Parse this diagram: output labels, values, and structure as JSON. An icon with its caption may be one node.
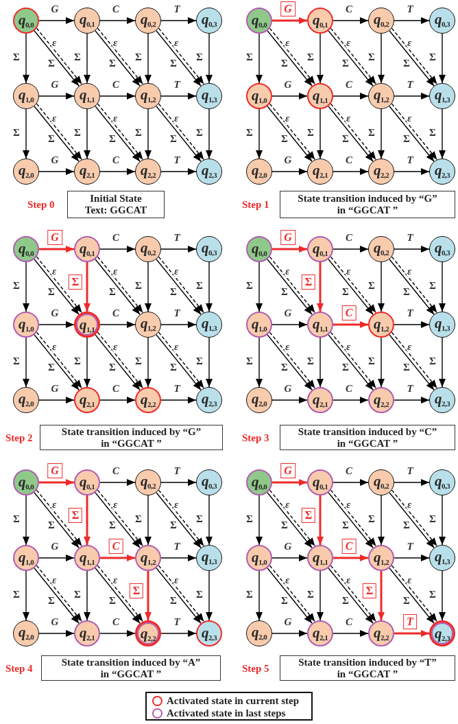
{
  "diagram": {
    "nodes": [
      {
        "text": [
          "*q*$_{0,0}$"
        ]
      },
      {
        "text": [
          "*q*$_{0,1}$"
        ]
      },
      {
        "text": [
          "*q*$_{0,2}$"
        ]
      },
      {
        "text": [
          "*q*$_{0,3}$"
        ]
      },
      {
        "text": [
          "*q*$_{1,0}$"
        ]
      },
      {
        "text": [
          "*q*$_{1,1}$"
        ]
      },
      {
        "text": [
          "*q*$_{1,2}$"
        ]
      },
      {
        "text": [
          "*q*$_{1,3}$"
        ]
      },
      {
        "text": [
          "*q*$_{2,0}$"
        ]
      },
      {
        "text": [
          "*q*$_{2,1}$"
        ]
      },
      {
        "text": [
          "*q*$_{2,2}$"
        ]
      },
      {
        "text": [
          "*q*$_{2,3}$"
        ]
      },
      {
        "text": [
          "Initial State",
          "Text: GGCAT"
        ],
        "beside": [
          "Step 0"
        ]
      },
      {
        "text": [
          "*q*$_{0,0}$"
        ]
      },
      {
        "text": [
          "*q*$_{0,1}$"
        ]
      },
      {
        "text": [
          "*q*$_{0,2}$"
        ]
      },
      {
        "text": [
          "*q*$_{0,3}$"
        ]
      },
      {
        "text": [
          "*q*$_{1,0}$"
        ]
      },
      {
        "text": [
          "*q*$_{1,1}$"
        ]
      },
      {
        "text": [
          "*q*$_{1,2}$"
        ]
      },
      {
        "text": [
          "*q*$_{1,3}$"
        ]
      },
      {
        "text": [
          "*q*$_{2,0}$"
        ]
      },
      {
        "text": [
          "*q*$_{2,1}$"
        ]
      },
      {
        "text": [
          "*q*$_{2,2}$"
        ]
      },
      {
        "text": [
          "*q*$_{2,3}$"
        ]
      },
      {
        "text": [
          "State transition induced by “G” in “GGCAT ”"
        ],
        "beside": [
          "Step 1"
        ]
      },
      {
        "text": [
          "*q*$_{0,0}$"
        ]
      },
      {
        "text": [
          "*q*$_{0,1}$"
        ]
      },
      {
        "text": [
          "*q*$_{0,2}$"
        ]
      },
      {
        "text": [
          "*q*$_{0,3}$"
        ]
      },
      {
        "text": [
          "*q*$_{1,0}$"
        ]
      },
      {
        "text": [
          "*q*$_{1,1}$"
        ]
      },
      {
        "text": [
          "*q*$_{1,2}$"
        ]
      },
      {
        "text": [
          "*q*$_{1,3}$"
        ]
      },
      {
        "text": [
          "*q*$_{2,0}$"
        ]
      },
      {
        "text": [
          "*q*$_{2,1}$"
        ]
      },
      {
        "text": [
          "*q*$_{2,2}$"
        ]
      },
      {
        "text": [
          "*q*$_{2,3}$"
        ]
      },
      {
        "text": [
          "State transition induced by “G” in “GGCAT ”"
        ],
        "beside": [
          "Step 2"
        ]
      },
      {
        "text": [
          "*q*$_{0,0}$"
        ]
      },
      {
        "text": [
          "*q*$_{0,1}$"
        ]
      },
      {
        "text": [
          "*q*$_{0,2}$"
        ]
      },
      {
        "text": [
          "*q*$_{0,3}$"
        ]
      },
      {
        "text": [
          "*q*$_{1,0}$"
        ]
      },
      {
        "text": [
          "*q*$_{1,1}$"
        ]
      },
      {
        "text": [
          "*q*$_{1,2}$"
        ]
      },
      {
        "text": [
          "*q*$_{1,3}$"
        ]
      },
      {
        "text": [
          "*q*$_{2,0}$"
        ]
      },
      {
        "text": [
          "*q*$_{2,1}$"
        ]
      },
      {
        "text": [
          "*q*$_{2,2}$"
        ]
      },
      {
        "text": [
          "*q*$_{2,3}$"
        ]
      },
      {
        "text": [
          "State transition induced by “C” in “GGCAT ”"
        ],
        "beside": [
          "Step 3"
        ]
      },
      {
        "text": [
          "*q*$_{0,0}$"
        ]
      },
      {
        "text": [
          "*q*$_{0,1}$"
        ]
      },
      {
        "text": [
          "*q*$_{0,2}$"
        ]
      },
      {
        "text": [
          "*q*$_{0,3}$"
        ]
      },
      {
        "text": [
          "*q*$_{1,0}$"
        ]
      },
      {
        "text": [
          "*q*$_{1,1}$"
        ]
      },
      {
        "text": [
          "*q*$_{1,2}$"
        ]
      },
      {
        "text": [
          "*q*$_{1,3}$"
        ]
      },
      {
        "text": [
          "*q*$_{2,0}$"
        ]
      },
      {
        "text": [
          "*q*$_{2,1}$"
        ]
      },
      {
        "text": [
          "*q*$_{2,2}$"
        ]
      },
      {
        "text": [
          "*q*$_{2,3}$"
        ]
      },
      {
        "text": [
          "State transition induced by “A” in “GGCAT ”"
        ],
        "beside": [
          "Step 4"
        ]
      },
      {
        "text": [
          "*q*$_{0,0}$"
        ]
      },
      {
        "text": [
          "*q*$_{0,1}$"
        ]
      },
      {
        "text": [
          "*q*$_{0,2}$"
        ]
      },
      {
        "text": [
          "*q*$_{0,3}$"
        ]
      },
      {
        "text": [
          "*q*$_{1,0}$"
        ]
      },
      {
        "text": [
          "*q*$_{1,1}$"
        ]
      },
      {
        "text": [
          "*q*$_{1,2}$"
        ]
      },
      {
        "text": [
          "*q*$_{1,3}$"
        ]
      },
      {
        "text": [
          "*q*$_{2,0}$"
        ]
      },
      {
        "text": [
          "*q*$_{2,1}$"
        ]
      },
      {
        "text": [
          "*q*$_{2,2}$"
        ]
      },
      {
        "text": [
          "*q*$_{2,3}$"
        ]
      },
      {
        "text": [
          "State transition induced by “T” in “GGCAT ”"
        ],
        "beside": [
          "Step 5"
        ]
      }
    ],
    "edges": [
      {
        "from": 0,
        "to": 1,
        "arrow": "to",
        "label": "G"
      },
      {
        "from": 1,
        "to": 2,
        "arrow": "to",
        "label": "C"
      },
      {
        "from": 2,
        "to": 3,
        "arrow": "to",
        "label": "T"
      },
      {
        "from": 4,
        "to": 5,
        "arrow": "to",
        "label": "G"
      },
      {
        "from": 5,
        "to": 6,
        "arrow": "to",
        "label": "C"
      },
      {
        "from": 6,
        "to": 7,
        "arrow": "to",
        "label": "T"
      },
      {
        "from": 8,
        "to": 9,
        "arrow": "to",
        "label": "G"
      },
      {
        "from": 9,
        "to": 10,
        "arrow": "to",
        "label": "C"
      },
      {
        "from": 10,
        "to": 11,
        "arrow": "to",
        "label": "T"
      },
      {
        "from": 0,
        "to": 4,
        "arrow": "to",
        "label": "Σ"
      },
      {
        "from": 1,
        "to": 5,
        "arrow": "to",
        "label": "Σ"
      },
      {
        "from": 2,
        "to": 6,
        "arrow": "to",
        "label": "Σ"
      },
      {
        "from": 3,
        "to": 7,
        "arrow": "to",
        "label": "Σ"
      },
      {
        "from": 4,
        "to": 8,
        "arrow": "to",
        "label": "Σ"
      },
      {
        "from": 5,
        "to": 9,
        "arrow": "to",
        "label": "Σ"
      },
      {
        "from": 6,
        "to": 10,
        "arrow": "to",
        "label": "Σ"
      },
      {
        "from": 7,
        "to": 11,
        "arrow": "to",
        "label": "Σ"
      },
      {
        "from": 0,
        "to": 5,
        "arrow": "to",
        "label": "Σ"
      },
      {
        "from": 0,
        "to": 5,
        "arrow": "to",
        "label": "ε",
        "style": "dashed"
      },
      {
        "from": 1,
        "to": 6,
        "arrow": "to",
        "label": "Σ"
      },
      {
        "from": 1,
        "to": 6,
        "arrow": "to",
        "label": "ε",
        "style": "dashed"
      },
      {
        "from": 2,
        "to": 7,
        "arrow": "to",
        "label": "Σ"
      },
      {
        "from": 2,
        "to": 7,
        "arrow": "to",
        "label": "ε",
        "style": "dashed"
      },
      {
        "from": 4,
        "to": 9,
        "arrow": "to",
        "label": "Σ"
      },
      {
        "from": 4,
        "to": 9,
        "arrow": "to",
        "label": "ε",
        "style": "dashed"
      },
      {
        "from": 5,
        "to": 10,
        "arrow": "to",
        "label": "Σ"
      },
      {
        "from": 5,
        "to": 10,
        "arrow": "to",
        "label": "ε",
        "style": "dashed"
      },
      {
        "from": 6,
        "to": 11,
        "arrow": "to",
        "label": "Σ"
      },
      {
        "from": 6,
        "to": 11,
        "arrow": "to",
        "label": "ε",
        "style": "dashed"
      },
      {
        "from": 13,
        "to": 14,
        "arrow": "to",
        "label": "G",
        "style": "thick",
        "color": "#ee2a2a"
      },
      {
        "from": 14,
        "to": 15,
        "arrow": "to",
        "label": "C"
      },
      {
        "from": 15,
        "to": 16,
        "arrow": "to",
        "label": "T"
      },
      {
        "from": 17,
        "to": 18,
        "arrow": "to",
        "label": "G"
      },
      {
        "from": 18,
        "to": 19,
        "arrow": "to",
        "label": "C"
      },
      {
        "from": 19,
        "to": 20,
        "arrow": "to",
        "label": "T"
      },
      {
        "from": 21,
        "to": 22,
        "arrow": "to",
        "label": "G"
      },
      {
        "from": 22,
        "to": 23,
        "arrow": "to",
        "label": "C"
      },
      {
        "from": 23,
        "to": 24,
        "arrow": "to",
        "label": "T"
      },
      {
        "from": 13,
        "to": 17,
        "arrow": "to",
        "label": "Σ"
      },
      {
        "from": 14,
        "to": 18,
        "arrow": "to",
        "label": "Σ"
      },
      {
        "from": 15,
        "to": 19,
        "arrow": "to",
        "label": "Σ"
      },
      {
        "from": 16,
        "to": 20,
        "arrow": "to",
        "label": "Σ"
      },
      {
        "from": 17,
        "to": 21,
        "arrow": "to",
        "label": "Σ"
      },
      {
        "from": 18,
        "to": 22,
        "arrow": "to",
        "label": "Σ"
      },
      {
        "from": 19,
        "to": 23,
        "arrow": "to",
        "label": "Σ"
      },
      {
        "from": 20,
        "to": 24,
        "arrow": "to",
        "label": "Σ"
      },
      {
        "from": 13,
        "to": 18,
        "arrow": "to",
        "label": "Σ"
      },
      {
        "from": 13,
        "to": 18,
        "arrow": "to",
        "label": "ε",
        "style": "dashed"
      },
      {
        "from": 14,
        "to": 19,
        "arrow": "to",
        "label": "Σ"
      },
      {
        "from": 14,
        "to": 19,
        "arrow": "to",
        "label": "ε",
        "style": "dashed"
      },
      {
        "from": 15,
        "to": 20,
        "arrow": "to",
        "label": "Σ"
      },
      {
        "from": 15,
        "to": 20,
        "arrow": "to",
        "label": "ε",
        "style": "dashed"
      },
      {
        "from": 17,
        "to": 22,
        "arrow": "to",
        "label": "Σ"
      },
      {
        "from": 17,
        "to": 22,
        "arrow": "to",
        "label": "ε",
        "style": "dashed"
      },
      {
        "from": 18,
        "to": 23,
        "arrow": "to",
        "label": "Σ"
      },
      {
        "from": 18,
        "to": 23,
        "arrow": "to",
        "label": "ε",
        "style": "dashed"
      },
      {
        "from": 19,
        "to": 24,
        "arrow": "to",
        "label": "Σ"
      },
      {
        "from": 19,
        "to": 24,
        "arrow": "to",
        "label": "ε",
        "style": "dashed"
      },
      {
        "from": 26,
        "to": 27,
        "arrow": "to",
        "label": "G",
        "style": "thick",
        "color": "#ee2a2a"
      },
      {
        "from": 27,
        "to": 28,
        "arrow": "to",
        "label": "C"
      },
      {
        "from": 28,
        "to": 29,
        "arrow": "to",
        "label": "T"
      },
      {
        "from": 30,
        "to": 31,
        "arrow": "to",
        "label": "G"
      },
      {
        "from": 31,
        "to": 32,
        "arrow": "to",
        "label": "C"
      },
      {
        "from": 32,
        "to": 33,
        "arrow": "to",
        "label": "T"
      },
      {
        "from": 34,
        "to": 35,
        "arrow": "to",
        "label": "G"
      },
      {
        "from": 35,
        "to": 36,
        "arrow": "to",
        "label": "C"
      },
      {
        "from": 36,
        "to": 37,
        "arrow": "to",
        "label": "T"
      },
      {
        "from": 26,
        "to": 30,
        "arrow": "to",
        "label": "Σ"
      },
      {
        "from": 27,
        "to": 31,
        "arrow": "to",
        "label": "Σ",
        "style": "thick",
        "color": "#ee2a2a"
      },
      {
        "from": 28,
        "to": 32,
        "arrow": "to",
        "label": "Σ"
      },
      {
        "from": 29,
        "to": 33,
        "arrow": "to",
        "label": "Σ"
      },
      {
        "from": 30,
        "to": 34,
        "arrow": "to",
        "label": "Σ"
      },
      {
        "from": 31,
        "to": 35,
        "arrow": "to",
        "label": "Σ"
      },
      {
        "from": 32,
        "to": 36,
        "arrow": "to",
        "label": "Σ"
      },
      {
        "from": 33,
        "to": 37,
        "arrow": "to",
        "label": "Σ"
      },
      {
        "from": 26,
        "to": 31,
        "arrow": "to",
        "label": "Σ"
      },
      {
        "from": 26,
        "to": 31,
        "arrow": "to",
        "label": "ε",
        "style": "dashed"
      },
      {
        "from": 27,
        "to": 32,
        "arrow": "to",
        "label": "Σ"
      },
      {
        "from": 27,
        "to": 32,
        "arrow": "to",
        "label": "ε",
        "style": "dashed"
      },
      {
        "from": 28,
        "to": 33,
        "arrow": "to",
        "label": "Σ"
      },
      {
        "from": 28,
        "to": 33,
        "arrow": "to",
        "label": "ε",
        "style": "dashed"
      },
      {
        "from": 30,
        "to": 35,
        "arrow": "to",
        "label": "Σ"
      },
      {
        "from": 30,
        "to": 35,
        "arrow": "to",
        "label": "ε",
        "style": "dashed"
      },
      {
        "from": 31,
        "to": 36,
        "arrow": "to",
        "label": "Σ"
      },
      {
        "from": 31,
        "to": 36,
        "arrow": "to",
        "label": "ε",
        "style": "dashed"
      },
      {
        "from": 32,
        "to": 37,
        "arrow": "to",
        "label": "Σ"
      },
      {
        "from": 32,
        "to": 37,
        "arrow": "to",
        "label": "ε",
        "style": "dashed"
      },
      {
        "from": 39,
        "to": 40,
        "arrow": "to",
        "label": "G",
        "style": "thick",
        "color": "#ee2a2a"
      },
      {
        "from": 40,
        "to": 41,
        "arrow": "to",
        "label": "C"
      },
      {
        "from": 41,
        "to": 42,
        "arrow": "to",
        "label": "T"
      },
      {
        "from": 43,
        "to": 44,
        "arrow": "to",
        "label": "G"
      },
      {
        "from": 44,
        "to": 45,
        "arrow": "to",
        "label": "C",
        "style": "thick",
        "color": "#ee2a2a"
      },
      {
        "from": 45,
        "to": 46,
        "arrow": "to",
        "label": "T"
      },
      {
        "from": 47,
        "to": 48,
        "arrow": "to",
        "label": "G"
      },
      {
        "from": 48,
        "to": 49,
        "arrow": "to",
        "label": "C"
      },
      {
        "from": 49,
        "to": 50,
        "arrow": "to",
        "label": "T"
      },
      {
        "from": 39,
        "to": 43,
        "arrow": "to",
        "label": "Σ"
      },
      {
        "from": 40,
        "to": 44,
        "arrow": "to",
        "label": "Σ",
        "style": "thick",
        "color": "#ee2a2a"
      },
      {
        "from": 41,
        "to": 45,
        "arrow": "to",
        "label": "Σ"
      },
      {
        "from": 42,
        "to": 46,
        "arrow": "to",
        "label": "Σ"
      },
      {
        "from": 43,
        "to": 47,
        "arrow": "to",
        "label": "Σ"
      },
      {
        "from": 44,
        "to": 48,
        "arrow": "to",
        "label": "Σ"
      },
      {
        "from": 45,
        "to": 49,
        "arrow": "to",
        "label": "Σ"
      },
      {
        "from": 46,
        "to": 50,
        "arrow": "to",
        "label": "Σ"
      },
      {
        "from": 39,
        "to": 44,
        "arrow": "to",
        "label": "Σ"
      },
      {
        "from": 39,
        "to": 44,
        "arrow": "to",
        "label": "ε",
        "style": "dashed"
      },
      {
        "from": 40,
        "to": 45,
        "arrow": "to",
        "label": "Σ"
      },
      {
        "from": 40,
        "to": 45,
        "arrow": "to",
        "label": "ε",
        "style": "dashed"
      },
      {
        "from": 41,
        "to": 46,
        "arrow": "to",
        "label": "Σ"
      },
      {
        "from": 41,
        "to": 46,
        "arrow": "to",
        "label": "ε",
        "style": "dashed"
      },
      {
        "from": 43,
        "to": 48,
        "arrow": "to",
        "label": "Σ"
      },
      {
        "from": 43,
        "to": 48,
        "arrow": "to",
        "label": "ε",
        "style": "dashed"
      },
      {
        "from": 44,
        "to": 49,
        "arrow": "to",
        "label": "Σ"
      },
      {
        "from": 44,
        "to": 49,
        "arrow": "to",
        "label": "ε",
        "style": "dashed"
      },
      {
        "from": 45,
        "to": 50,
        "arrow": "to",
        "label": "Σ"
      },
      {
        "from": 45,
        "to": 50,
        "arrow": "to",
        "label": "ε",
        "style": "dashed"
      },
      {
        "from": 52,
        "to": 53,
        "arrow": "to",
        "label": "G",
        "style": "thick",
        "color": "#ee2a2a"
      },
      {
        "from": 53,
        "to": 54,
        "arrow": "to",
        "label": "C"
      },
      {
        "from": 54,
        "to": 55,
        "arrow": "to",
        "label": "T"
      },
      {
        "from": 56,
        "to": 57,
        "arrow": "to",
        "label": "G"
      },
      {
        "from": 57,
        "to": 58,
        "arrow": "to",
        "label": "C",
        "style": "thick",
        "color": "#ee2a2a"
      },
      {
        "from": 58,
        "to": 59,
        "arrow": "to",
        "label": "T"
      },
      {
        "from": 60,
        "to": 61,
        "arrow": "to",
        "label": "G"
      },
      {
        "from": 61,
        "to": 62,
        "arrow": "to",
        "label": "C"
      },
      {
        "from": 62,
        "to": 63,
        "arrow": "to",
        "label": "T"
      },
      {
        "from": 52,
        "to": 56,
        "arrow": "to",
        "label": "Σ"
      },
      {
        "from": 53,
        "to": 57,
        "arrow": "to",
        "label": "Σ",
        "style": "thick",
        "color": "#ee2a2a"
      },
      {
        "from": 54,
        "to": 58,
        "arrow": "to",
        "label": "Σ"
      },
      {
        "from": 55,
        "to": 59,
        "arrow": "to",
        "label": "Σ"
      },
      {
        "from": 56,
        "to": 60,
        "arrow": "to",
        "label": "Σ"
      },
      {
        "from": 57,
        "to": 61,
        "arrow": "to",
        "label": "Σ"
      },
      {
        "from": 58,
        "to": 62,
        "arrow": "to",
        "label": "Σ",
        "style": "thick",
        "color": "#ee2a2a"
      },
      {
        "from": 59,
        "to": 63,
        "arrow": "to",
        "label": "Σ"
      },
      {
        "from": 52,
        "to": 57,
        "arrow": "to",
        "label": "Σ"
      },
      {
        "from": 52,
        "to": 57,
        "arrow": "to",
        "label": "ε",
        "style": "dashed"
      },
      {
        "from": 53,
        "to": 58,
        "arrow": "to",
        "label": "Σ"
      },
      {
        "from": 53,
        "to": 58,
        "arrow": "to",
        "label": "ε",
        "style": "dashed"
      },
      {
        "from": 54,
        "to": 59,
        "arrow": "to",
        "label": "Σ"
      },
      {
        "from": 54,
        "to": 59,
        "arrow": "to",
        "label": "ε",
        "style": "dashed"
      },
      {
        "from": 56,
        "to": 61,
        "arrow": "to",
        "label": "Σ"
      },
      {
        "from": 56,
        "to": 61,
        "arrow": "to",
        "label": "ε",
        "style": "dashed"
      },
      {
        "from": 57,
        "to": 62,
        "arrow": "to",
        "label": "Σ"
      },
      {
        "from": 57,
        "to": 62,
        "arrow": "to",
        "label": "ε",
        "style": "dashed"
      },
      {
        "from": 58,
        "to": 63,
        "arrow": "to",
        "label": "Σ"
      },
      {
        "from": 58,
        "to": 63,
        "arrow": "to",
        "label": "ε",
        "style": "dashed"
      },
      {
        "from": 65,
        "to": 66,
        "arrow": "to",
        "label": "G",
        "style": "thick",
        "color": "#ee2a2a"
      },
      {
        "from": 66,
        "to": 67,
        "arrow": "to",
        "label": "C"
      },
      {
        "from": 67,
        "to": 68,
        "arrow": "to",
        "label": "T"
      },
      {
        "from": 69,
        "to": 70,
        "arrow": "to",
        "label": "G"
      },
      {
        "from": 70,
        "to": 71,
        "arrow": "to",
        "label": "C",
        "style": "thick",
        "color": "#ee2a2a"
      },
      {
        "from": 71,
        "to": 72,
        "arrow": "to",
        "label": "T"
      },
      {
        "from": 73,
        "to": 74,
        "arrow": "to",
        "label": "G"
      },
      {
        "from": 74,
        "to": 75,
        "arrow": "to",
        "label": "C"
      },
      {
        "from": 75,
        "to": 76,
        "arrow": "to",
        "label": "T",
        "style": "thick",
        "color": "#ee2a2a"
      },
      {
        "from": 65,
        "to": 69,
        "arrow": "to",
        "label": "Σ"
      },
      {
        "from": 66,
        "to": 70,
        "arrow": "to",
        "label": "Σ",
        "style": "thick",
        "color": "#ee2a2a"
      },
      {
        "from": 67,
        "to": 71,
        "arrow": "to",
        "label": "Σ"
      },
      {
        "from": 68,
        "to": 72,
        "arrow": "to",
        "label": "Σ"
      },
      {
        "from": 69,
        "to": 73,
        "arrow": "to",
        "label": "Σ"
      },
      {
        "from": 70,
        "to": 74,
        "arrow": "to",
        "label": "Σ"
      },
      {
        "from": 71,
        "to": 75,
        "arrow": "to",
        "label": "Σ",
        "style": "thick",
        "color": "#ee2a2a"
      },
      {
        "from": 72,
        "to": 76,
        "arrow": "to",
        "label": "Σ"
      },
      {
        "from": 65,
        "to": 70,
        "arrow": "to",
        "label": "Σ"
      },
      {
        "from": 65,
        "to": 70,
        "arrow": "to",
        "label": "ε",
        "style": "dashed"
      },
      {
        "from": 66,
        "to": 71,
        "arrow": "to",
        "label": "Σ"
      },
      {
        "from": 66,
        "to": 71,
        "arrow": "to",
        "label": "ε",
        "style": "dashed"
      },
      {
        "from": 67,
        "to": 72,
        "arrow": "to",
        "label": "Σ"
      },
      {
        "from": 67,
        "to": 72,
        "arrow": "to",
        "label": "ε",
        "style": "dashed"
      },
      {
        "from": 69,
        "to": 74,
        "arrow": "to",
        "label": "Σ"
      },
      {
        "from": 69,
        "to": 74,
        "arrow": "to",
        "label": "ε",
        "style": "dashed"
      },
      {
        "from": 70,
        "to": 75,
        "arrow": "to",
        "label": "Σ"
      },
      {
        "from": 70,
        "to": 75,
        "arrow": "to",
        "label": "ε",
        "style": "dashed"
      },
      {
        "from": 71,
        "to": 76,
        "arrow": "to",
        "label": "Σ"
      },
      {
        "from": 71,
        "to": 76,
        "arrow": "to",
        "label": "ε",
        "style": "dashed"
      }
    ],
    "legend": [
      {
        "text": "Activated state in current step",
        "color": "#ee2a2a"
      },
      {
        "text": "Activated state in last steps",
        "color": "#b05cb0"
      }
    ]
  }
}
